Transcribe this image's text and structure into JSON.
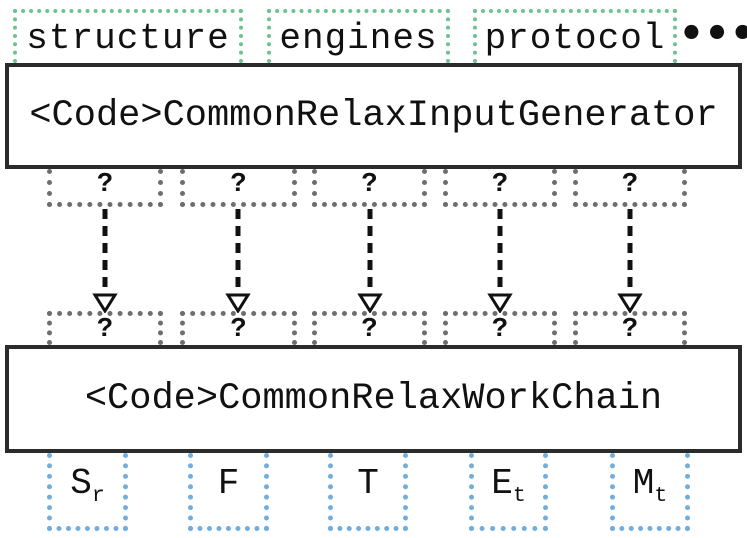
{
  "diagram": {
    "top_inputs": [
      {
        "label": "structure"
      },
      {
        "label": "engines"
      },
      {
        "label": "protocol"
      }
    ],
    "more_inputs_symbol": "•••",
    "input_generator": {
      "title": "<Code>CommonRelaxInputGenerator"
    },
    "generator_ports": [
      {
        "label": "?"
      },
      {
        "label": "?"
      },
      {
        "label": "?"
      },
      {
        "label": "?"
      },
      {
        "label": "?"
      }
    ],
    "workchain_ports": [
      {
        "label": "?"
      },
      {
        "label": "?"
      },
      {
        "label": "?"
      },
      {
        "label": "?"
      },
      {
        "label": "?"
      }
    ],
    "workchain": {
      "title": "<Code>CommonRelaxWorkChain"
    },
    "outputs": [
      {
        "base": "S",
        "sub": "r"
      },
      {
        "base": "F",
        "sub": ""
      },
      {
        "base": "T",
        "sub": ""
      },
      {
        "base": "E",
        "sub": "t"
      },
      {
        "base": "M",
        "sub": "t"
      }
    ],
    "colors": {
      "input_accent": "#6dc292",
      "unknown_accent": "#6e6e6e",
      "output_accent": "#72aedd",
      "box_border": "#2b2b2b",
      "arrow": "#111111"
    }
  }
}
